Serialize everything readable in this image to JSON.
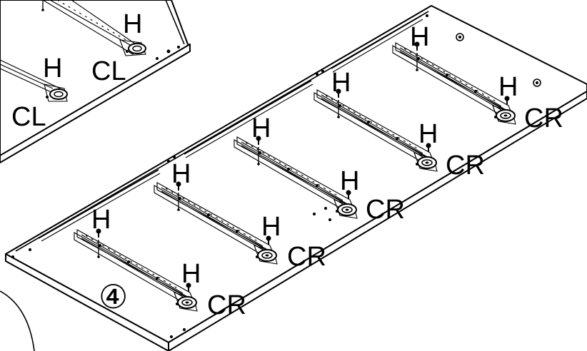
{
  "step": {
    "number": "④"
  },
  "labels": {
    "hinge": "H",
    "left_rail_mark": "CL",
    "right_rail_mark": "CR"
  },
  "colors": {
    "ink": "#000000",
    "paper": "#ffffff"
  }
}
